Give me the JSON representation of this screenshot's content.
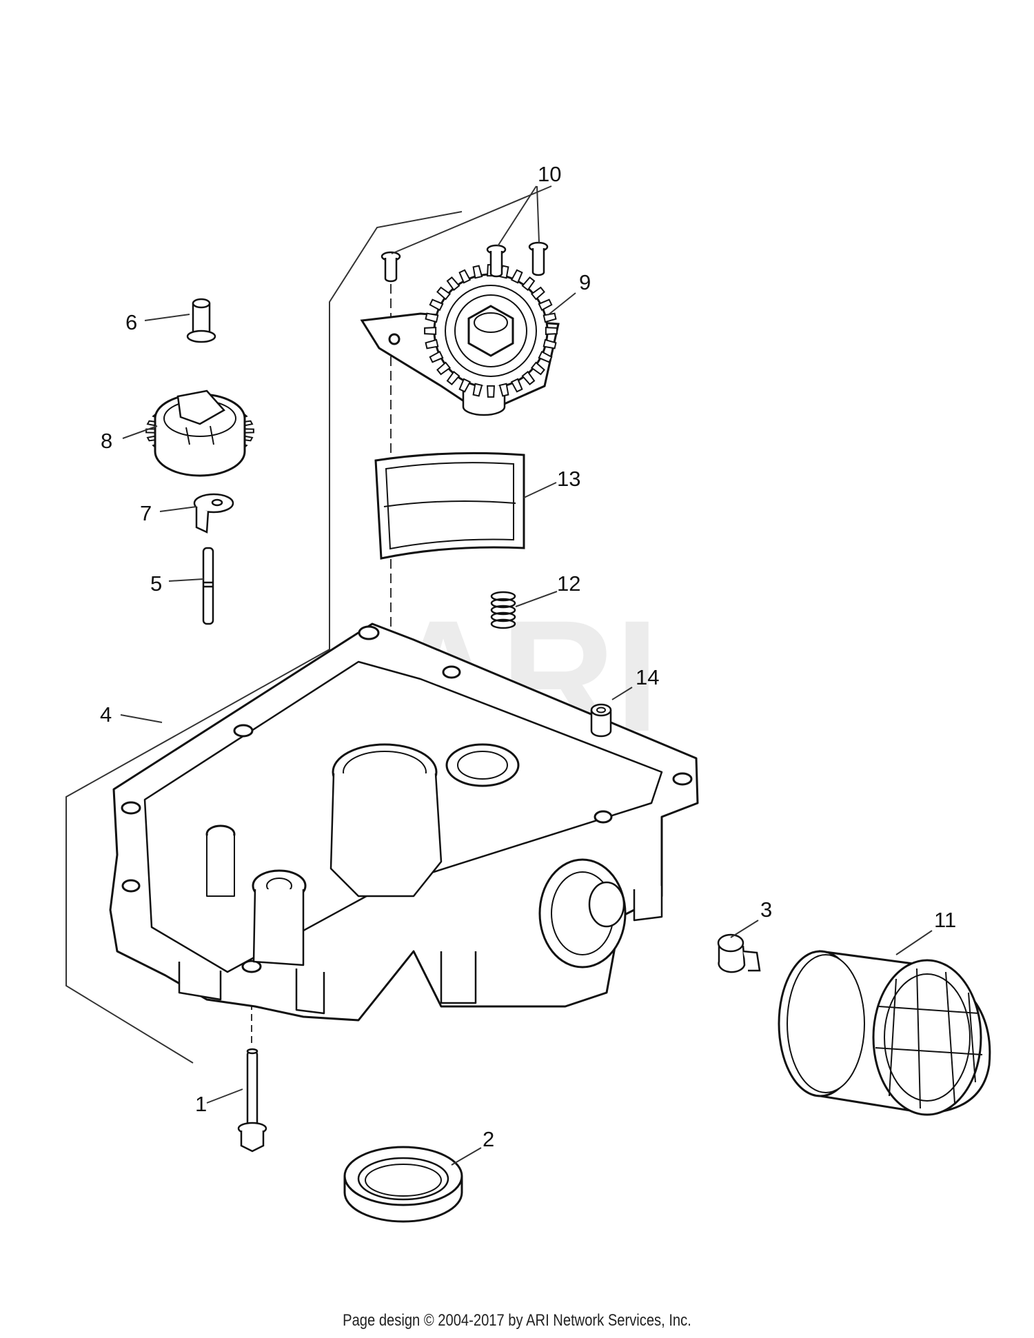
{
  "watermark": "ARI",
  "callouts": [
    {
      "id": "1",
      "label": "1"
    },
    {
      "id": "2",
      "label": "2"
    },
    {
      "id": "3",
      "label": "3"
    },
    {
      "id": "4",
      "label": "4"
    },
    {
      "id": "5",
      "label": "5"
    },
    {
      "id": "6",
      "label": "6"
    },
    {
      "id": "7",
      "label": "7"
    },
    {
      "id": "8",
      "label": "8"
    },
    {
      "id": "9",
      "label": "9"
    },
    {
      "id": "10",
      "label": "10"
    },
    {
      "id": "11",
      "label": "11"
    },
    {
      "id": "12",
      "label": "12"
    },
    {
      "id": "13",
      "label": "13"
    },
    {
      "id": "14",
      "label": "14"
    }
  ],
  "footer": "Page design © 2004-2017 by ARI Network Services, Inc."
}
